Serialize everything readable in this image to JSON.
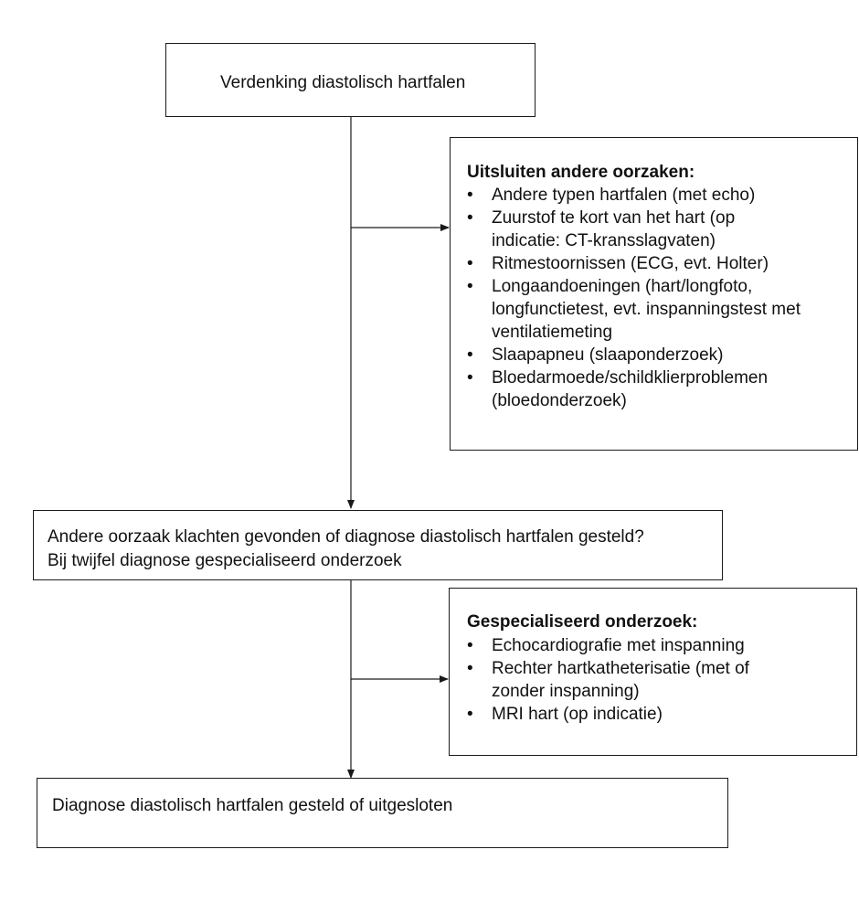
{
  "nodes": {
    "suspicion": {
      "text": "Verdenking diastolisch hartfalen"
    },
    "exclude": {
      "heading": "Uitsluiten andere oorzaken:",
      "items": [
        [
          "Andere typen hartfalen (met echo)"
        ],
        [
          "Zuurstof te kort van het hart (op",
          "indicatie: CT-kransslagvaten)"
        ],
        [
          "Ritmestoornissen (ECG, evt. Holter)"
        ],
        [
          "Longaandoeningen (hart/longfoto,",
          "longfunctietest, evt. inspanningstest met",
          "ventilatiemeting"
        ],
        [
          "Slaapapneu (slaaponderzoek)"
        ],
        [
          "Bloedarmoede/schildklierproblemen",
          "(bloedonderzoek)"
        ]
      ]
    },
    "decision": {
      "lines": [
        "Andere oorzaak klachten gevonden of diagnose diastolisch hartfalen gesteld?",
        "Bij twijfel diagnose gespecialiseerd onderzoek"
      ]
    },
    "specialized": {
      "heading": "Gespecialiseerd onderzoek:",
      "items": [
        [
          "Echocardiografie met inspanning"
        ],
        [
          "Rechter hartkatheterisatie (met of",
          "zonder inspanning)"
        ],
        [
          "MRI hart (op indicatie)"
        ]
      ]
    },
    "outcome": {
      "text": "Diagnose diastolisch hartfalen gesteld of uitgesloten"
    }
  },
  "bullet": "•",
  "colors": {
    "line": "#1a1a1a",
    "text": "#111111",
    "background": "#ffffff"
  }
}
